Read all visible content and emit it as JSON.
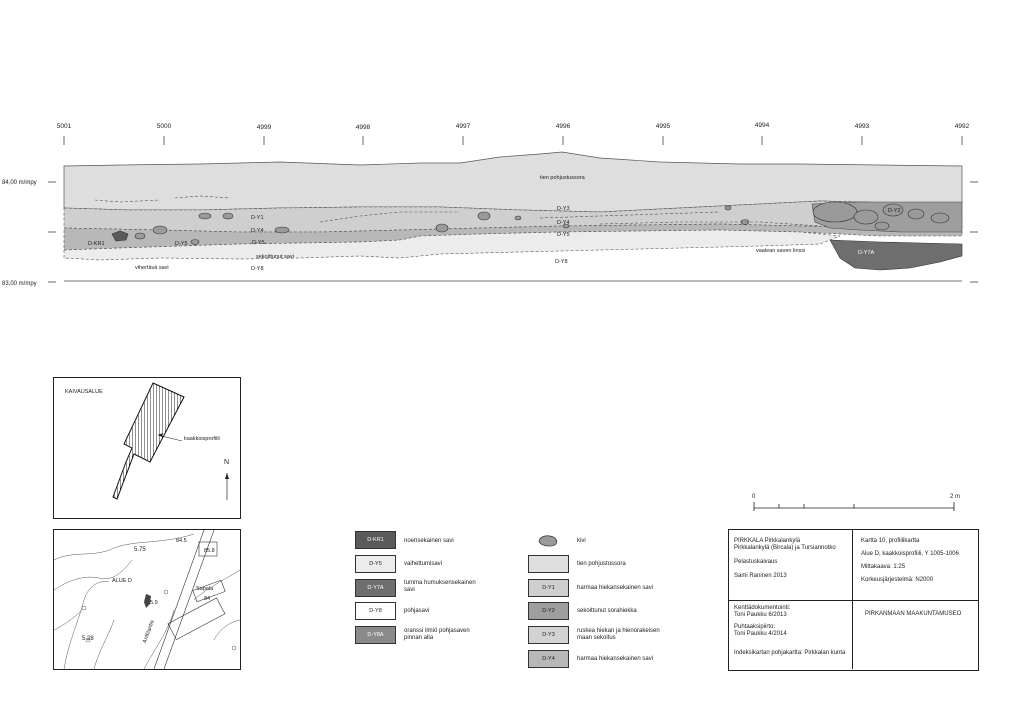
{
  "profile": {
    "x_ticks": [
      "5001",
      "5000",
      "4999",
      "4998",
      "4997",
      "4996",
      "4995",
      "4994",
      "4993",
      "4992"
    ],
    "elevation_labels": [
      "84,00 m/mpy",
      "83,00 m/mpy"
    ],
    "layer_labels": {
      "tien_pohjustussora": "tien pohjustussora",
      "y1": "D-Y1",
      "y4a": "D-Y4",
      "y3": "D-Y3",
      "y4b": "D-Y4",
      "y5a": "D-Y5",
      "y5b": "D-Y5",
      "y5c": "D-Y5",
      "kr1": "D-KR1",
      "sekoittunut": "sekoittunut savi",
      "vihertava": "vihertävä savi",
      "y8a": "D-Y8",
      "y8b": "D-Y8",
      "y2": "D-Y2",
      "y7a": "D-Y7A",
      "vaalean": "vaalean saven linssi"
    }
  },
  "inset_site": {
    "title": "KAIVAUSALUE",
    "arrow_label": "kaakkoisprofiili",
    "north": "N"
  },
  "inset_map": {
    "labels": [
      "5.75",
      "ALUE D",
      "Sapala",
      "84",
      "5.9",
      "5.28",
      "Anttilantie",
      "85.8",
      "84.5"
    ]
  },
  "scale_bar": {
    "start": "0",
    "end": "2 m"
  },
  "legend_left": [
    {
      "code": "D-KR1",
      "label": "noensekainen savi",
      "fill": "#5a5a5a",
      "text_color": "#ffffff"
    },
    {
      "code": "D-Y5",
      "label": "vaihettumisavi",
      "fill": "#ececec",
      "text_color": "#222222"
    },
    {
      "code": "D-Y7A",
      "label": "tumma humuksensekainen savi",
      "fill": "#6e6e6e",
      "text_color": "#ffffff"
    },
    {
      "code": "D-Y8",
      "label": "pohjasavi",
      "fill": "#ffffff",
      "text_color": "#222222"
    },
    {
      "code": "D-Y8A",
      "label": "oranssi ilmiö pohjasaven pinnan alla",
      "fill": "#8a8a8a",
      "text_color": "#ffffff"
    }
  ],
  "legend_right": [
    {
      "code": "",
      "label": "kivi",
      "fill": "#9a9a9a",
      "text_color": "#222222",
      "shape": "stone"
    },
    {
      "code": "",
      "label": "tien pohjustussora",
      "fill": "#dedede",
      "text_color": "#222222"
    },
    {
      "code": "D-Y1",
      "label": "harmaa hiekansekainen savi",
      "fill": "#cfcfcf",
      "text_color": "#222222"
    },
    {
      "code": "D-Y2",
      "label": "sekoittunut sorahiekka",
      "fill": "#9e9e9e",
      "text_color": "#222222"
    },
    {
      "code": "D-Y3",
      "label": "ruskea hiekan ja hienorakeisen maan sekoitus",
      "fill": "#d3d3d3",
      "text_color": "#222222"
    },
    {
      "code": "D-Y4",
      "label": "harmaa hiekansekainen savi",
      "fill": "#b8b8b8",
      "text_color": "#222222"
    }
  ],
  "title_block": {
    "project_line1": "PIRKKALA Pirkkalankylä",
    "project_line2": "Pirkkalankylä (Bircala) ja Tursiannotko",
    "excavation": "Pelastuskaivaus",
    "author": "Sami Raninen 2013",
    "map_title": "Kartta 10, profiilikartta",
    "area": "Alue D, kaakkoisprofiili, Y 1005-1006",
    "scale": "Mittakaava: 1:25",
    "height_system": "Korkeusjärjestelmä: N2000",
    "field_label": "Kenttädokumentointi:",
    "field_value": "Toni Paukku  6/2013",
    "clean_label": "Puhtaaksipiirto:",
    "clean_value": "Toni Paukku 4/2014",
    "index_map": "Indeksikartan pohjakartta: Pirkkalan kunta",
    "museum": "PIRKANMAAN MAAKUNTAMUSEO"
  }
}
